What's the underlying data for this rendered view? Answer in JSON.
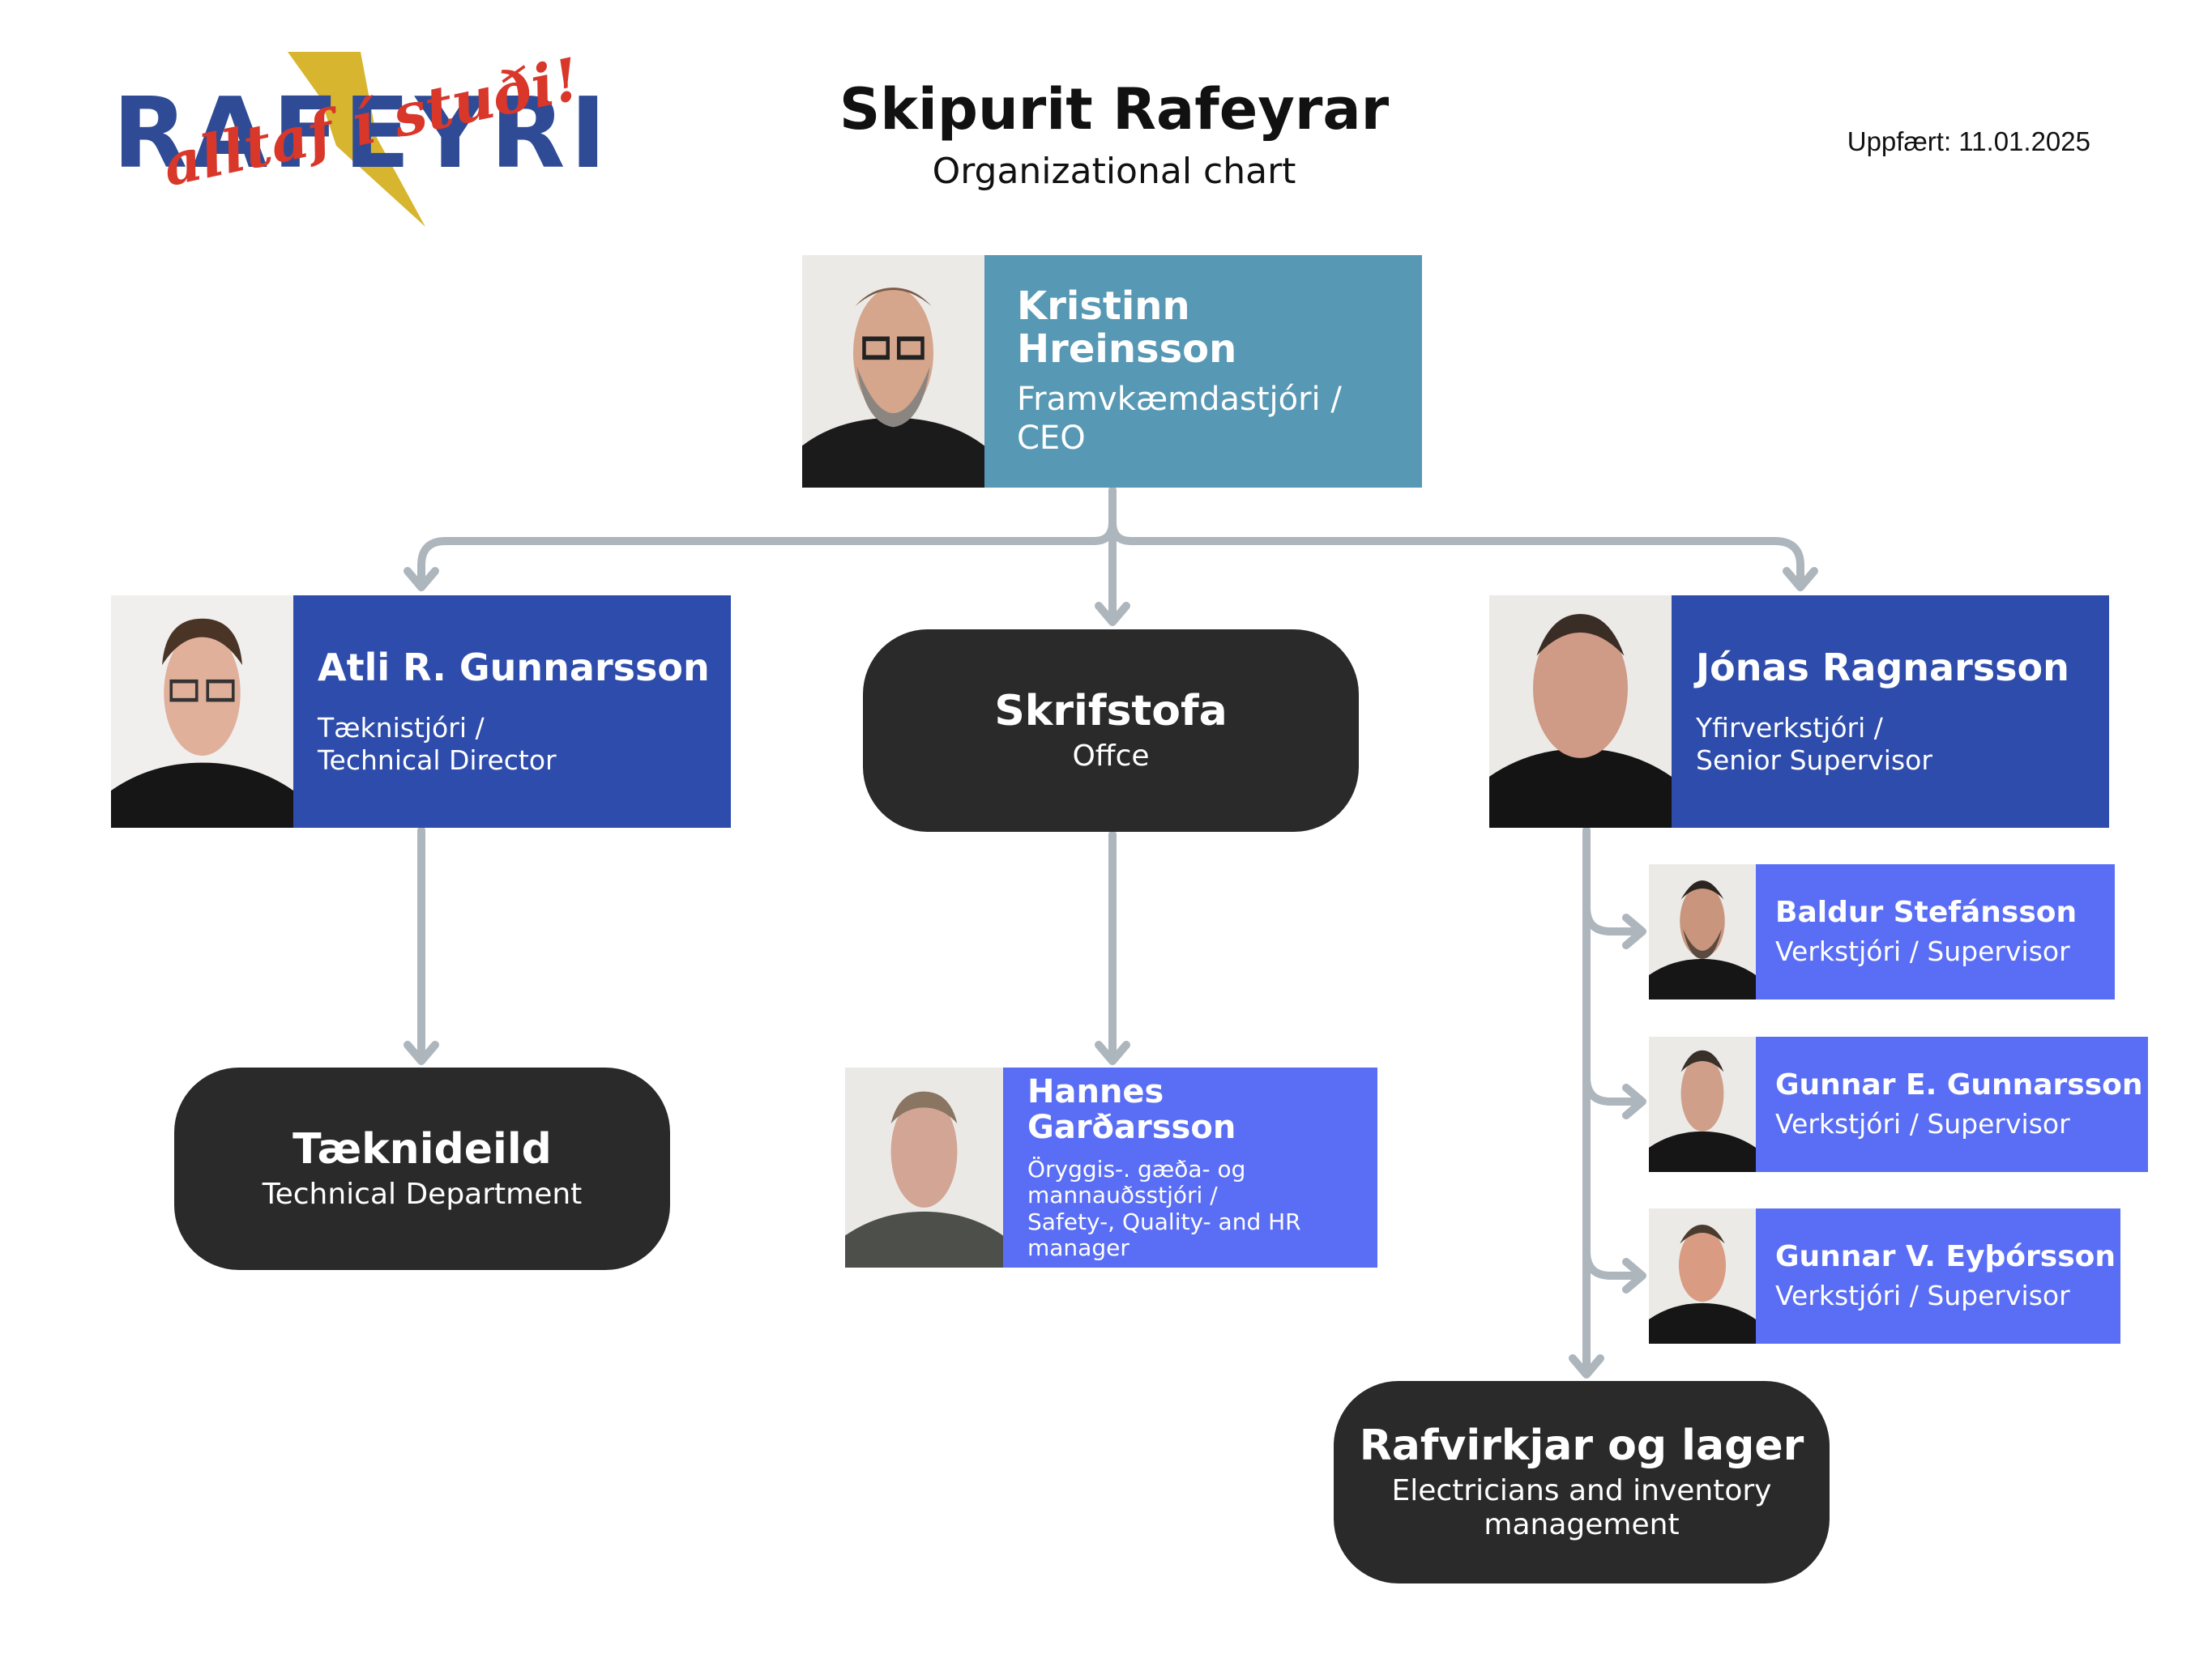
{
  "header": {
    "logo_text": "RAFEYRI",
    "logo_tagline": "alltaf í stuði!",
    "title": "Skipurit Rafeyrar",
    "subtitle": "Organizational chart",
    "updated": "Uppfært: 11.01.2025"
  },
  "people": {
    "ceo": {
      "name": "Kristinn Hreinsson",
      "role": "Framvkæmdastjóri /\nCEO"
    },
    "atli": {
      "name": "Atli R. Gunnarsson",
      "role": "Tæknistjóri /\nTechnical Director"
    },
    "jonas": {
      "name": "Jónas Ragnarsson",
      "role": "Yfirverkstjóri /\nSenior Supervisor"
    },
    "hannes": {
      "name": "Hannes Garðarsson",
      "role": "Öryggis-. gæða- og\nmannauðsstjóri /\nSafety-, Quality- and HR\nmanager"
    },
    "baldur": {
      "name": "Baldur Stefánsson",
      "role": "Verkstjóri / Supervisor"
    },
    "gunnar_e": {
      "name": "Gunnar E. Gunnarsson",
      "role": "Verkstjóri / Supervisor"
    },
    "gunnar_v": {
      "name": "Gunnar V. Eyþórsson",
      "role": "Verkstjóri / Supervisor"
    }
  },
  "departments": {
    "office": {
      "name": "Skrifstofa",
      "subtitle": "Offce"
    },
    "technical": {
      "name": "Tæknideild",
      "subtitle": "Technical Department"
    },
    "electricians": {
      "name": "Rafvirkjar og lager",
      "subtitle": "Electricians and inventory management"
    }
  },
  "colors": {
    "ceo": "#5798b4",
    "director": "#2e4cab",
    "staff": "#5a6ef5",
    "department": "#2a2a2a",
    "connector": "#aeb6bd",
    "logo_blue": "#2f4b96",
    "logo_red": "#d8372a",
    "logo_bolt": "#d8b52f"
  }
}
